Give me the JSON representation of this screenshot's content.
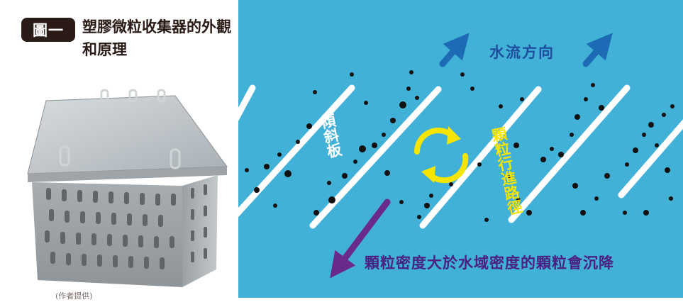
{
  "figure": {
    "badge": "圖一",
    "title": "塑膠微粒收集器的外觀和原理",
    "credit": "(作者提供)"
  },
  "diagram": {
    "flow_label": "水流方向",
    "plate_label": "傾斜板",
    "path_label": "顆粒行進路徑",
    "settle_label": "顆粒密度大於水域密度的顆粒會沉降"
  },
  "colors": {
    "water": "#41b1d8",
    "flow_arrow": "#1d6bb4",
    "settle_arrow": "#6a2a8c",
    "cycle": "#f6e500",
    "badge": "#2b1b16"
  }
}
